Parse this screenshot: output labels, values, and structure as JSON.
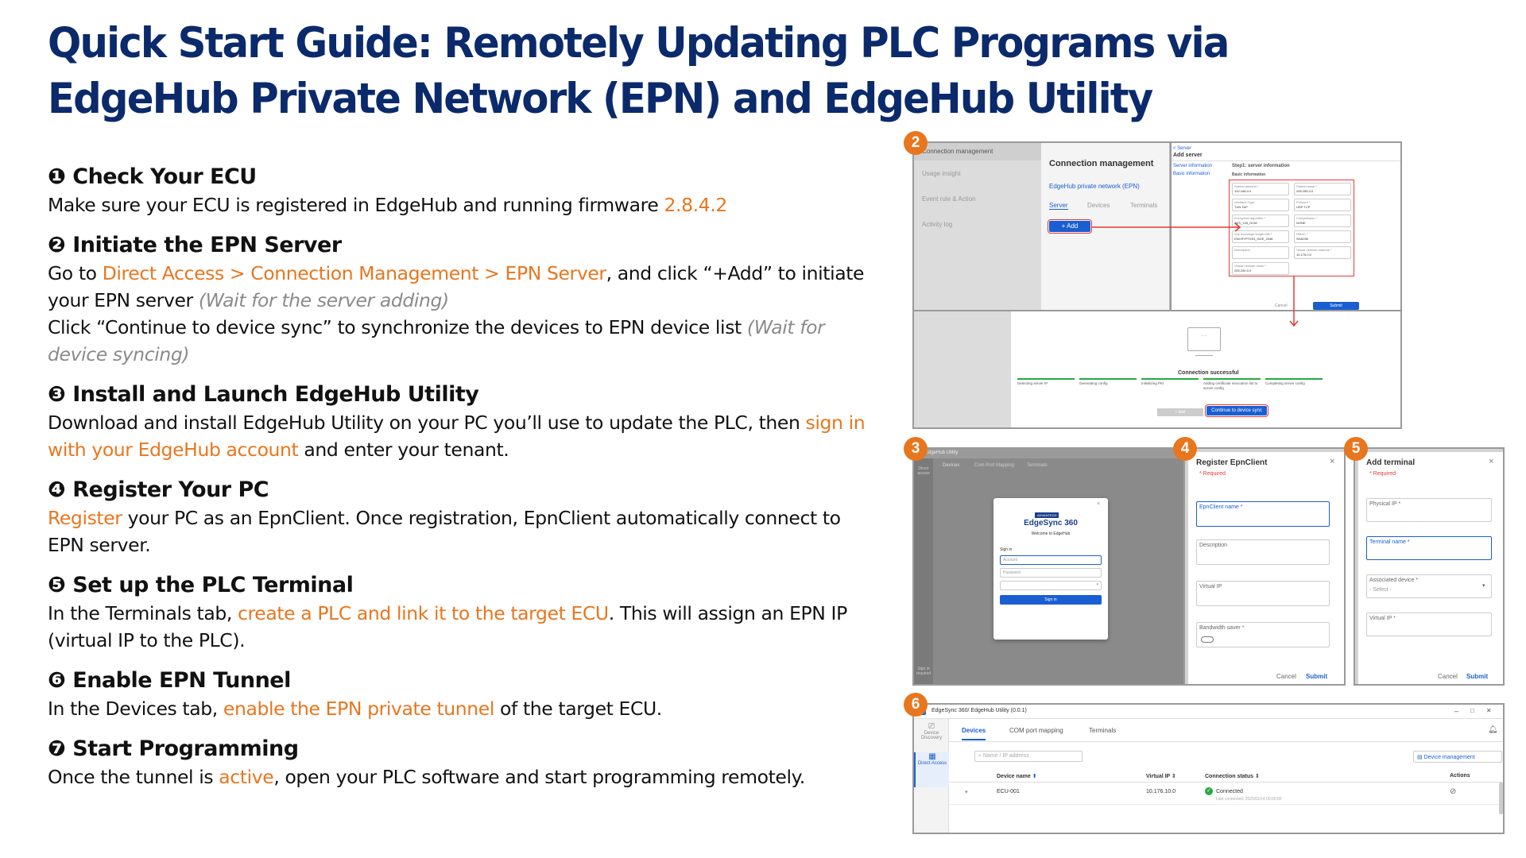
{
  "title": "Quick Start Guide: Remotely Updating PLC Programs via EdgeHub Private Network (EPN) and EdgeHub Utility",
  "steps": [
    {
      "heading": "❶ Check Your ECU",
      "p1a": "Make sure your ECU is registered in EdgeHub and running firmware ",
      "p1b": "2.8.4.2"
    },
    {
      "heading": "❷ Initiate the EPN Server",
      "p1a": "Go to ",
      "p1b": "Direct Access > Connection Management > EPN Server",
      "p1c": ", and click “+Add” to initiate your EPN server ",
      "p1d": "(Wait for the server adding)",
      "p2a": "Click “Continue to device sync” to synchronize the devices to EPN device list ",
      "p2b": "(Wait for device syncing)"
    },
    {
      "heading": "❸ Install and Launch EdgeHub Utility",
      "p1a": "Download and install EdgeHub Utility on your PC you’ll use to update the PLC, then ",
      "p1b": "sign in with your EdgeHub account",
      "p1c": " and enter your tenant."
    },
    {
      "heading": "❹ Register Your PC",
      "p1a": "Register",
      "p1b": " your PC as an EpnClient. Once registration, EpnClient automatically connect to EPN server."
    },
    {
      "heading": "❺ Set up the PLC Terminal",
      "p1a": "In the Terminals tab, ",
      "p1b": "create a PLC and link it to the target ECU",
      "p1c": ". This will assign an EPN IP (virtual IP to the PLC)."
    },
    {
      "heading": "❻ Enable EPN Tunnel",
      "p1a": "In the Devices tab, ",
      "p1b": "enable the EPN private tunnel",
      "p1c": " of the target ECU."
    },
    {
      "heading": "❼ Start Programming",
      "p1a": "Once the tunnel is ",
      "p1b": "active",
      "p1c": ", open your PLC software and start programming remotely."
    }
  ],
  "badges": [
    "2",
    "3",
    "4",
    "5",
    "6"
  ],
  "colors": {
    "title": "#0b2a6b",
    "highlight": "#e8761e",
    "badge": "#e8761e",
    "primary": "#1a5fd1",
    "alert": "#e53935",
    "success": "#27a844"
  },
  "shot2": {
    "nav": [
      "Connection management",
      "Usage insight",
      "Event rule & Action",
      "Activity log"
    ],
    "panel_title": "Connection management",
    "panel_sub": "EdgeHub private network (EPN)",
    "tabs": [
      "Server",
      "Devices",
      "Terminals"
    ],
    "add_btn": "+ Add",
    "form_back": "< Server",
    "form_title": "Add server",
    "form_step": "Step1: server information",
    "form_side": [
      "Server information",
      "Basic information"
    ],
    "form_section": "Basic information",
    "fields": [
      {
        "label": "Subnet address *",
        "value": "192.168.0.0"
      },
      {
        "label": "Subnet mask *",
        "value": "255.255.0.0"
      },
      {
        "label": "Interface Type",
        "value": "TUN   TAP"
      },
      {
        "label": "Protocol *",
        "value": "UDP   TCP"
      },
      {
        "label": "Encryption algorithm *",
        "value": "AES_128_GCM"
      },
      {
        "label": "Compression *",
        "value": "NONE"
      },
      {
        "label": "Key exchange length bits *",
        "value": "ENCRYPTION_SIZE_2048"
      },
      {
        "label": "HMAC *",
        "value": "SHA256"
      },
      {
        "label": "Description",
        "value": ""
      },
      {
        "label": "Virtual network address *",
        "value": "10.176.0.0"
      },
      {
        "label": "Virtual network mask *",
        "value": "255.240.0.0"
      }
    ],
    "form_cancel": "Cancel",
    "form_submit": "Submit",
    "success": "Connection successful",
    "progress": [
      "Detecting server IP",
      "Generating config",
      "Initializing PKI",
      "Adding certificate revocation list to server config",
      "Completing server config"
    ],
    "btn_add": "+ Add",
    "btn_sync": "Continue to device sync"
  },
  "shot3": {
    "window_title": "EdgeHub Utility",
    "side_top": "Direct access",
    "side_bottom": "Sign in required",
    "tabs": [
      "Devices",
      "Com Port Mapping",
      "Terminals"
    ],
    "brand_tag": "ADVANTECH",
    "brand": "EdgeSync 360",
    "welcome": "Welcome to EdgeHub",
    "signin_label": "Sign in",
    "account_ph": "Account",
    "password_ph": "Password",
    "signin_btn": "Sign in"
  },
  "shot4": {
    "title": "Register EpnClient",
    "required": "* Required",
    "fields": [
      "EpnClient name *",
      "Description",
      "Virtual IP",
      "Bandwidth saver *"
    ],
    "cancel": "Cancel",
    "submit": "Submit"
  },
  "shot5": {
    "title": "Add terminal",
    "required": "* Required",
    "fields": [
      "Physical IP *",
      "Terminal name *",
      "Associated device *",
      "Virtual IP *"
    ],
    "select_ph": "- Select -",
    "cancel": "Cancel",
    "submit": "Submit"
  },
  "shot6": {
    "window_title": "EdgeSync 360/ EdgeHub Utility (0.0.1)",
    "win_controls": [
      "–",
      "□",
      "✕"
    ],
    "side": [
      "Device Discovery",
      "Direct Access"
    ],
    "tabs": [
      "Devices",
      "COM port mapping",
      "Terminals"
    ],
    "search_ph": "Name / IP address",
    "mgmt_btn": "Device management",
    "columns": [
      "Device name",
      "Virtual IP",
      "Connection status",
      "Actions"
    ],
    "row": {
      "name": "ECU-001",
      "ip": "10.176.10.0",
      "status": "Connected",
      "last": "Last connected: 2025/01/14 00:00:00"
    }
  }
}
